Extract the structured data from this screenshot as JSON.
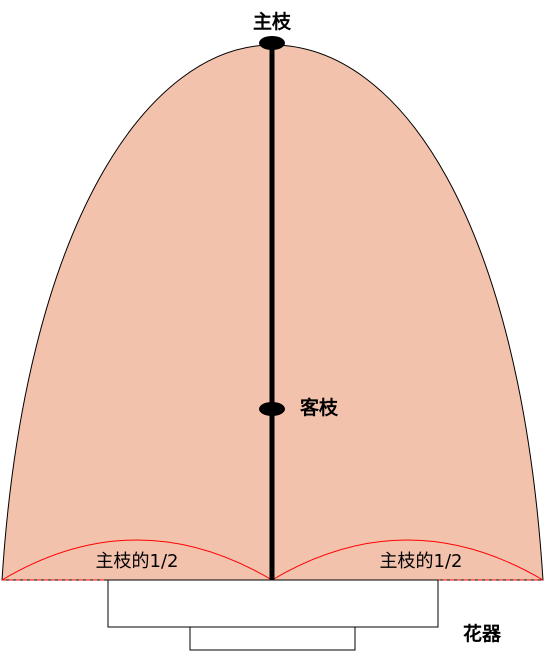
{
  "labels": {
    "main_branch": "主枝",
    "guest_branch": "客枝",
    "half_main_left": "主枝的1/2",
    "half_main_right": "主枝的1/2",
    "vase": "花器"
  },
  "colors": {
    "dome_fill": "#f2c2ad",
    "outline": "#000000",
    "arc": "#ff0000",
    "stem": "#000000",
    "vase_fill": "#ffffff"
  }
}
